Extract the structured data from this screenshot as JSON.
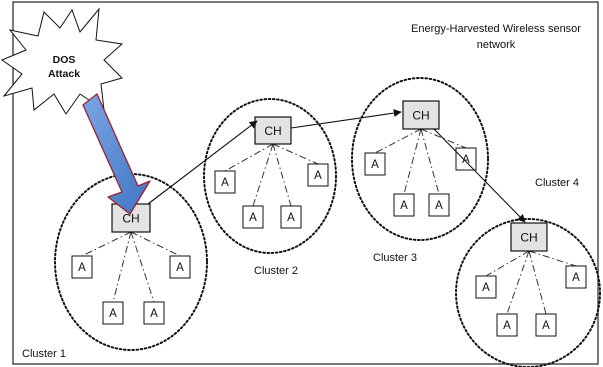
{
  "network_title": [
    "Energy-Harvested Wireless sensor",
    "network"
  ],
  "attack_label": [
    "DOS",
    "Attack"
  ],
  "head_label": "CH",
  "member_label": "A",
  "colors": {
    "head_fill": "#e3e3e3",
    "attack_arrow": "#5b8fd6",
    "attack_outline": "#9b2230"
  },
  "clusters": [
    {
      "name": "Cluster 1"
    },
    {
      "name": "Cluster 2"
    },
    {
      "name": "Cluster 3"
    },
    {
      "name": "Cluster 4"
    }
  ]
}
